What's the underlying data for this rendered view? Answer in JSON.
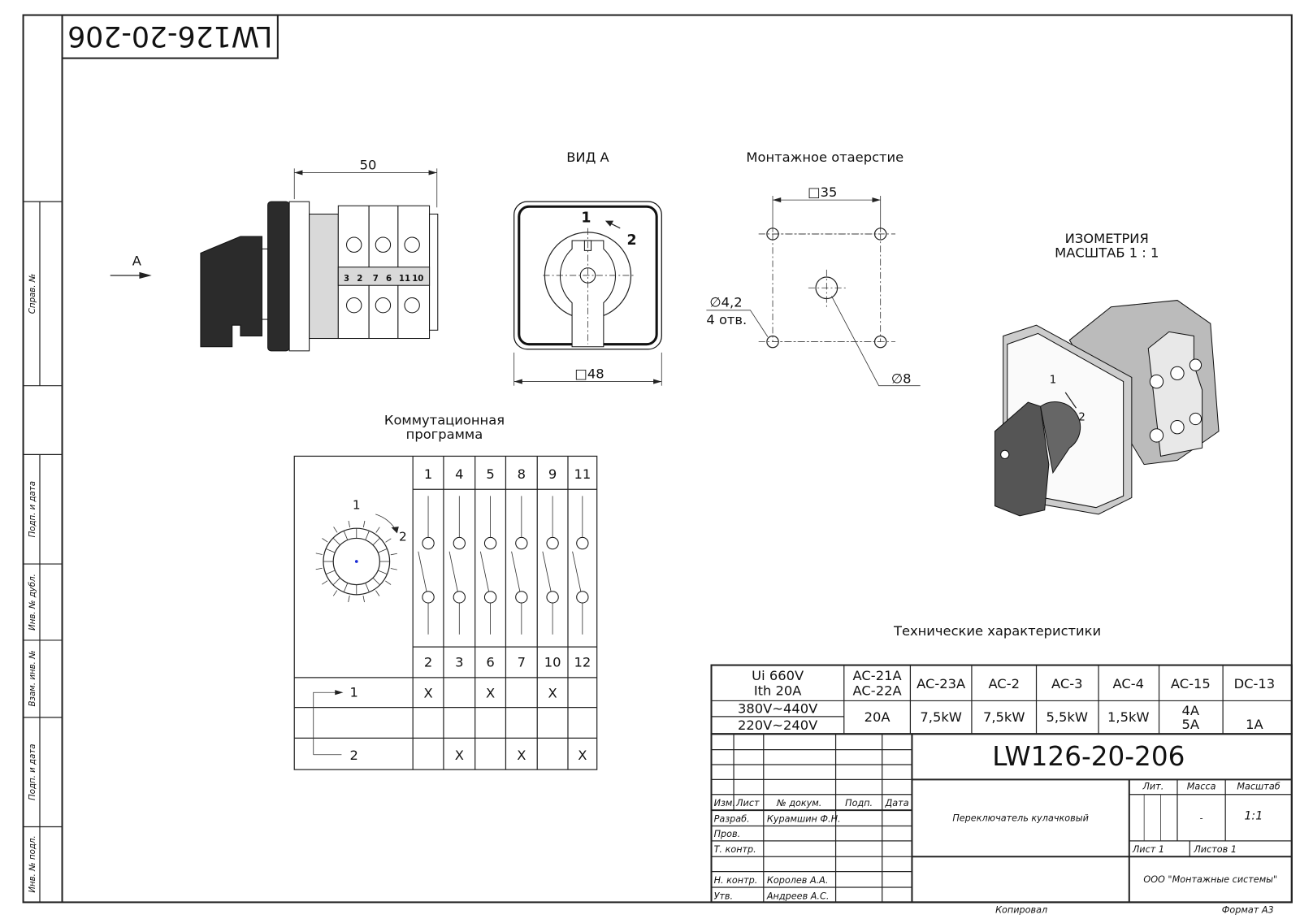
{
  "stamp": {
    "code": "LW126-20-206"
  },
  "side_strip": [
    {
      "label": "Справ. №"
    },
    {
      "label": "Подп. и дата"
    },
    {
      "label": "Инв. № дубл."
    },
    {
      "label": "Взам. инв. №"
    },
    {
      "label": "Подп. и дата"
    },
    {
      "label": "Инв. № подл."
    }
  ],
  "side_view": {
    "dimension": "50",
    "arrow_label": "А",
    "terminal_labels": [
      "3",
      "2",
      "7",
      "6",
      "11",
      "10"
    ]
  },
  "view_a": {
    "title": "ВИД А",
    "pos1": "1",
    "pos2": "2",
    "dimension": "□48"
  },
  "mounting": {
    "title": "Монтажное отаерстие",
    "dimension": "□35",
    "hole_dia": "∅4,2",
    "hole_count": "4 отв.",
    "center_dia": "∅8"
  },
  "isometric": {
    "title": "ИЗОМЕТРИЯ",
    "scale": "МАСШТАБ 1 : 1",
    "pos1": "1",
    "pos2": "2"
  },
  "program": {
    "title_line1": "Коммутационная",
    "title_line2": "программа",
    "dial_pos1": "1",
    "dial_pos2": "2",
    "top_terminals": [
      "1",
      "4",
      "5",
      "8",
      "9",
      "11"
    ],
    "bottom_terminals": [
      "2",
      "3",
      "6",
      "7",
      "10",
      "12"
    ],
    "positions": [
      {
        "label": "1",
        "marks": [
          "X",
          "",
          "X",
          "",
          "X",
          ""
        ]
      },
      {
        "label": "",
        "marks": [
          "",
          "",
          "",
          "",
          "",
          ""
        ]
      },
      {
        "label": "2",
        "marks": [
          "",
          "X",
          "",
          "X",
          "",
          "X"
        ]
      }
    ]
  },
  "tech": {
    "title": "Технические характеристики",
    "ui": "Ui 660V",
    "ith": "Ith 20A",
    "v1": "380V~440V",
    "v2": "220V~240V",
    "headers": [
      "AC-21A",
      "AC-22A",
      "AC-23A",
      "AC-2",
      "AC-3",
      "AC-4",
      "AC-15",
      "DC-13"
    ],
    "values": [
      "20A",
      "7,5kW",
      "7,5kW",
      "5,5kW",
      "1,5kW",
      "4A",
      "5A",
      "1A"
    ]
  },
  "title_block": {
    "designation": "LW126-20-206",
    "name": "Переключатель кулачковый",
    "col_headers": [
      "Изм.",
      "Лист",
      "№ докум.",
      "Подп.",
      "Дата"
    ],
    "roles": [
      {
        "role": "Разраб.",
        "person": "Курамшин Ф.Н."
      },
      {
        "role": "Пров.",
        "person": ""
      },
      {
        "role": "Т. контр.",
        "person": ""
      },
      {
        "role": "Н. контр.",
        "person": "Королев А.А."
      },
      {
        "role": "Утв.",
        "person": "Андреев А.С."
      }
    ],
    "lit_label": "Лит.",
    "mass_label": "Масса",
    "scale_label": "Масштаб",
    "mass": "-",
    "scale": "1:1",
    "sheet": "Лист 1",
    "sheets": "Листов 1",
    "org": "ООО \"Монтажные системы\"",
    "copied": "Копировал",
    "format": "Формат А3"
  }
}
